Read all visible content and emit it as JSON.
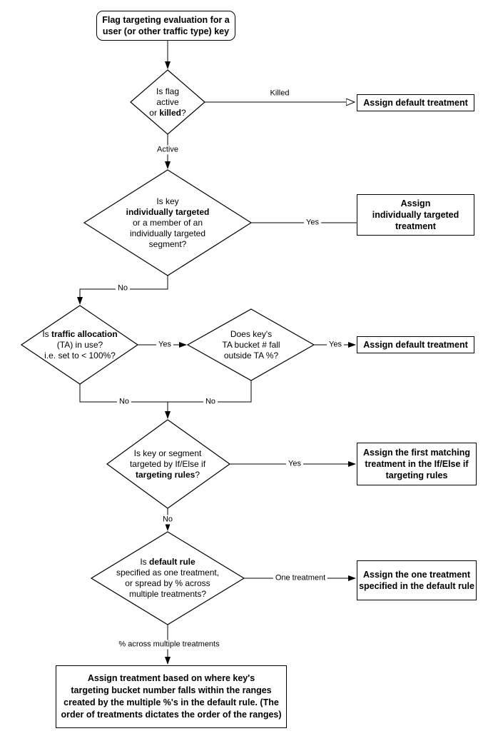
{
  "colors": {
    "line": "#000000",
    "text": "#000000",
    "background": "#ffffff"
  },
  "nodes": {
    "start": {
      "lines": [
        "Flag targeting evaluation for a",
        "user (or other traffic type) key"
      ]
    },
    "d_flag": {
      "l1": "Is flag",
      "l2": "active",
      "l3_pre": "or ",
      "l3_bold": "killed",
      "l3_post": "?"
    },
    "a_default1": {
      "label": "Assign default treatment"
    },
    "d_individual": {
      "l1": "Is key",
      "l2_bold": "individually targeted",
      "l3": "or a member of an",
      "l4": "individually targeted",
      "l5": "segment?"
    },
    "a_individual": {
      "lines": [
        "Assign",
        "individually targeted",
        "treatment"
      ]
    },
    "d_ta": {
      "l1_pre": "Is ",
      "l1_bold": "traffic allocation",
      "l2": "(TA) in use?",
      "l3": "i.e. set to < 100%?"
    },
    "d_bucket": {
      "lines": [
        "Does key's",
        "TA bucket # fall",
        "outside TA %?"
      ]
    },
    "a_default2": {
      "label": "Assign default treatment"
    },
    "d_rules": {
      "l1": "Is key or segment",
      "l2": "targeted by If/Else if",
      "l3_bold": "targeting rules",
      "l3_post": "?"
    },
    "a_first_matching": {
      "lines": [
        "Assign the first matching",
        "treatment in the If/Else if",
        "targeting rules"
      ]
    },
    "d_default_rule": {
      "l1_pre": "Is ",
      "l1_bold": "default rule",
      "l2": "specified as one treatment,",
      "l3": "or spread by % across",
      "l4": "multiple treatments?"
    },
    "a_one_treatment": {
      "lines": [
        "Assign the one treatment",
        "specified in the default rule"
      ]
    },
    "a_ranges": {
      "lines": [
        "Assign treatment based on where key's",
        "targeting bucket number falls within the ranges",
        "created by the multiple %'s in the default rule. (The",
        "order of treatments dictates the order of the ranges)"
      ]
    }
  },
  "edge_labels": {
    "killed": "Killed",
    "active": "Active",
    "yes_individual": "Yes",
    "no_individual": "No",
    "yes_ta": "Yes",
    "yes_outside": "Yes",
    "no_ta": "No",
    "no_outside": "No",
    "yes_rules": "Yes",
    "no_rules": "No",
    "one_treatment": "One treatment",
    "percent_multiple": "% across multiple treatments"
  }
}
